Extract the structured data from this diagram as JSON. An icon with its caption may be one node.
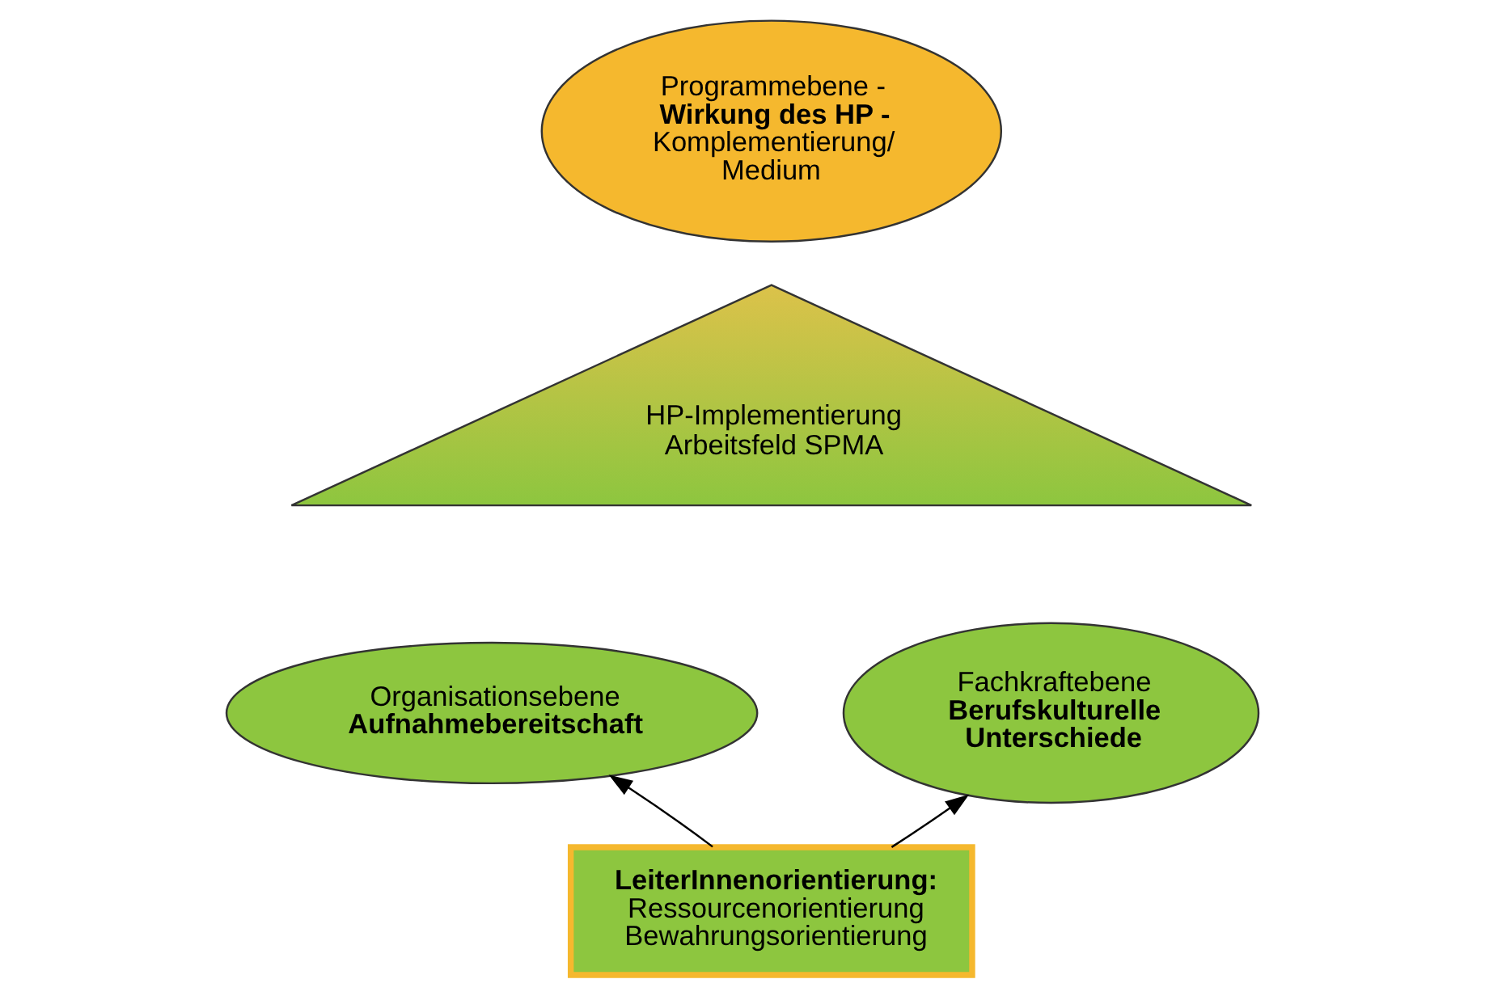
{
  "diagram": {
    "nodes": [
      {
        "text": [
          "Programmebene -",
          "Wirkung des HP -",
          "Komplementierung/ Medium"
        ]
      },
      {
        "text": [
          "HP-Implementierung Arbeitsfeld SPMA"
        ]
      },
      {
        "text": [
          "Organisationsebene",
          "Aufnahmebereitschaft"
        ]
      },
      {
        "text": [
          "Fachkraftebene",
          "Berufskulturelle Unterschiede"
        ]
      },
      {
        "text": [
          "LeiterInnenorientierung:",
          "Ressourcenorientierung Bewahrungsorientierung"
        ]
      }
    ],
    "edges": [
      {
        "from": 4,
        "to": 2,
        "arrow": "to"
      },
      {
        "from": 4,
        "to": 3,
        "arrow": "to"
      }
    ]
  }
}
